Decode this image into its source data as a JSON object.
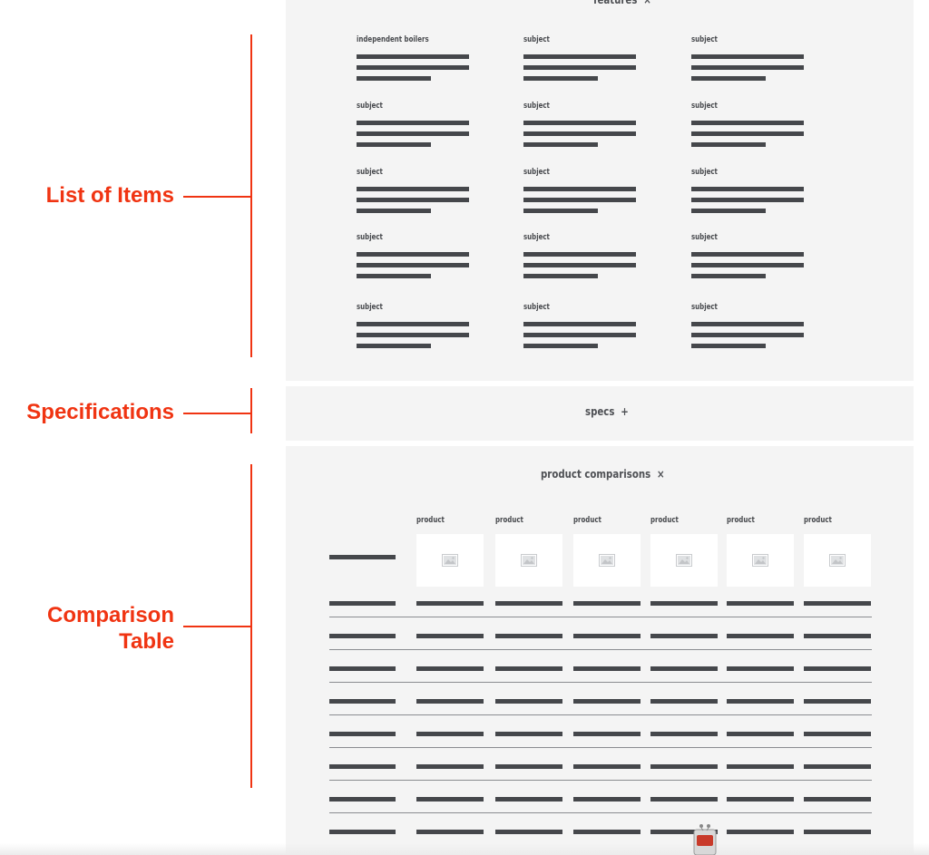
{
  "annotations": {
    "list_of_items": "List of Items",
    "specifications": "Specifications",
    "comparison_table_line1": "Comparison",
    "comparison_table_line2": "Table"
  },
  "features": {
    "title": "features",
    "toggle": "×",
    "items": [
      [
        "independent boilers",
        "subject",
        "subject"
      ],
      [
        "subject",
        "subject",
        "subject"
      ],
      [
        "subject",
        "subject",
        "subject"
      ],
      [
        "subject",
        "subject",
        "subject"
      ],
      [
        "subject",
        "subject",
        "subject"
      ]
    ]
  },
  "specs": {
    "title": "specs",
    "toggle": "+"
  },
  "comparisons": {
    "title": "product comparisons",
    "toggle": "×",
    "products": [
      "product",
      "product",
      "product",
      "product",
      "product",
      "product"
    ],
    "image_icon": "image-placeholder-icon",
    "row_count": 8
  },
  "colors": {
    "annotation": "#f03412",
    "panel_bg": "#f4f4f4",
    "text_bar": "#45474b"
  }
}
